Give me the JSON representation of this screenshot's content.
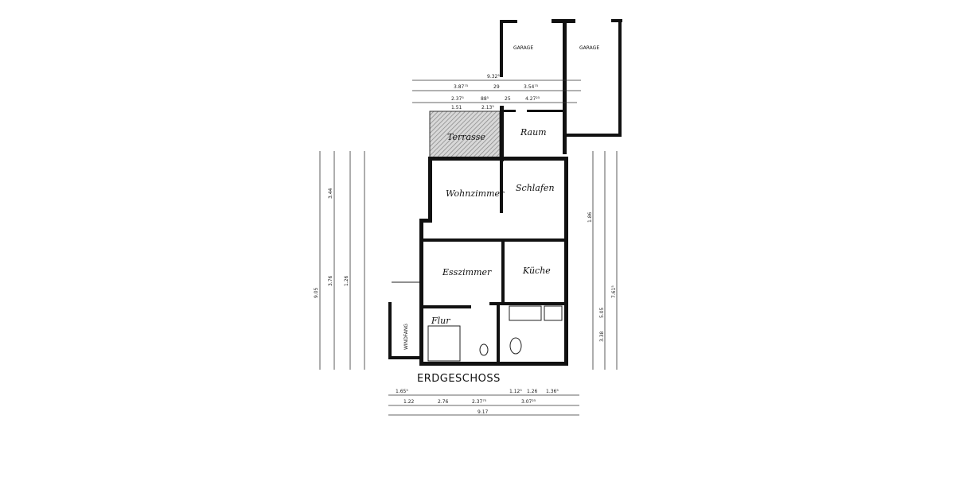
{
  "plan": {
    "title": "ERDGESCHOSS",
    "rooms": {
      "garage_left": "GARAGE",
      "garage_right": "GARAGE",
      "terrasse": "Terrasse",
      "raum": "Raum",
      "wohnzimmer": "Wohnzimmer",
      "schlafen": "Schlafen",
      "esszimmer": "Esszimmer",
      "kueche": "Küche",
      "flur": "Flur",
      "windfang": "WINDFANG"
    },
    "dimensions": {
      "top_total": "9.32⁵",
      "top_left": "3.87⁷⁵",
      "top_mid": "29",
      "top_right": "3.54⁷⁵",
      "top_a": "2.37⁵",
      "top_b": "88⁵",
      "top_c": "25",
      "top_d": "4.27²⁵",
      "top_e": "1.51",
      "top_f": "2.13⁵",
      "bottom_total": "9.17",
      "bottom_a": "1.65⁵",
      "bottom_b": "1.22",
      "bottom_c": "2.76",
      "bottom_d": "2.37⁷⁵",
      "bottom_e": "3.07²⁵",
      "bottom_f": "1.26",
      "bottom_g": "1.36⁵",
      "bottom_h": "1.12⁵",
      "left_total": "9.05",
      "left_a": "3.44",
      "left_b": "3.76",
      "left_c": "1.26",
      "right_a": "5.05",
      "right_b": "3.38",
      "right_c": "7.61⁵",
      "right_d": "1.86"
    }
  }
}
